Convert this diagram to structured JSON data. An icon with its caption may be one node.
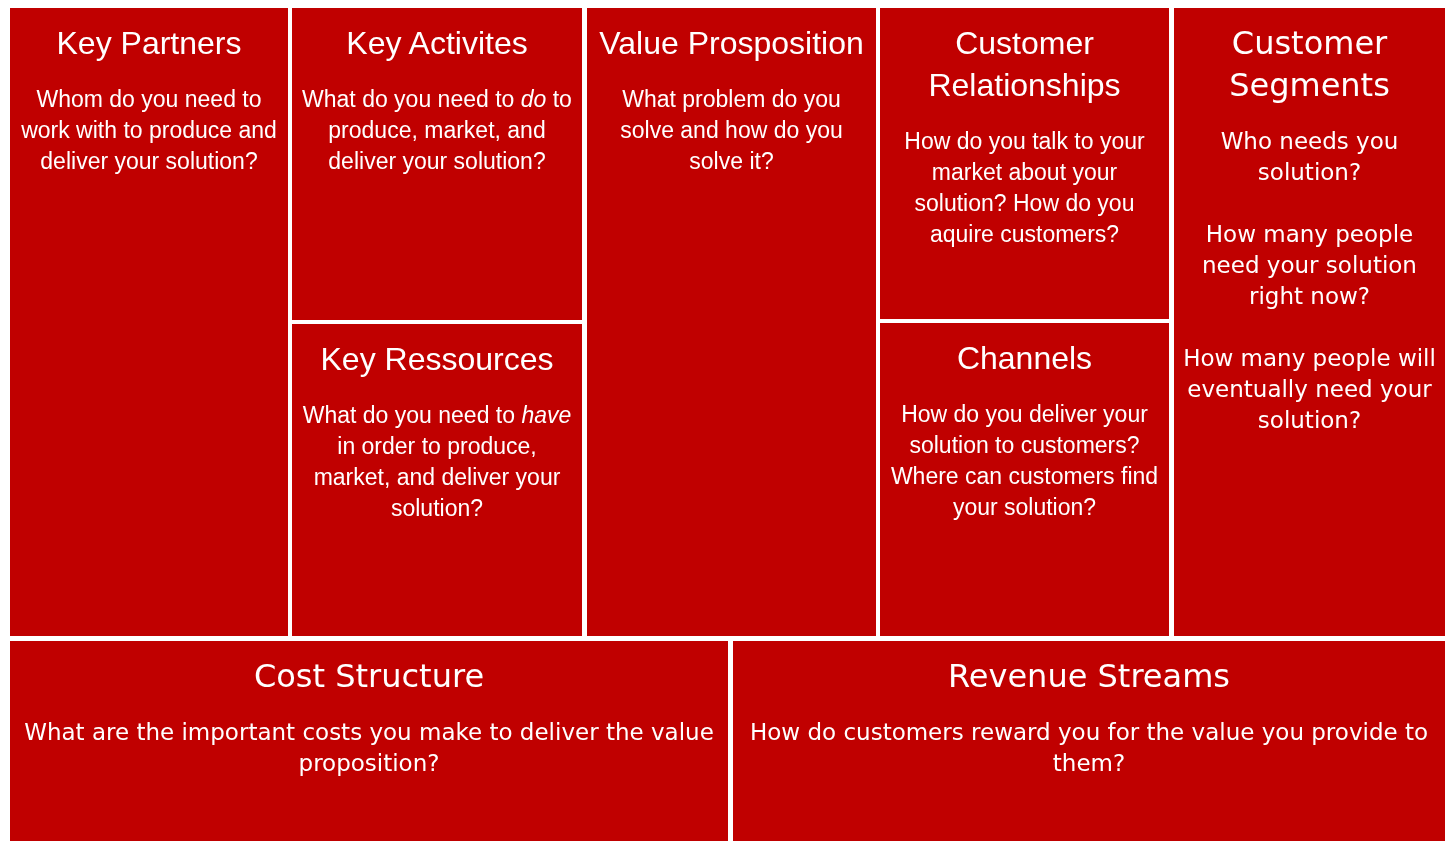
{
  "diagram": {
    "nodes": [
      {
        "text": [
          "Key Partners",
          "Whom do you need to work with to produce and deliver your solution?"
        ]
      },
      {
        "text": [
          "Key Activites",
          "What do you need to *do* to produce, market, and deliver your solution?"
        ]
      },
      {
        "text": [
          "Key Ressources",
          "What do you need to *have* in order to produce, market, and deliver your solution?"
        ]
      },
      {
        "text": [
          "Value Prosposition",
          "What problem do you solve and how do you solve it?"
        ]
      },
      {
        "text": [
          "Customer Relationships",
          "How do you talk to your market about your solution? How do you aquire customers?"
        ]
      },
      {
        "text": [
          "Channels",
          "How do you deliver your solution to customers? Where can customers find your solution?"
        ]
      },
      {
        "text": [
          "Customer Segments",
          "Who needs you solution?",
          "How many people need your solution right now?",
          "How many people will eventually need your solution?"
        ]
      },
      {
        "text": [
          "Cost Structure",
          "What are the important costs you make to deliver the value proposition?"
        ]
      },
      {
        "text": [
          "Revenue Streams",
          "How do customers reward you for the value you provide to them?"
        ]
      }
    ]
  }
}
